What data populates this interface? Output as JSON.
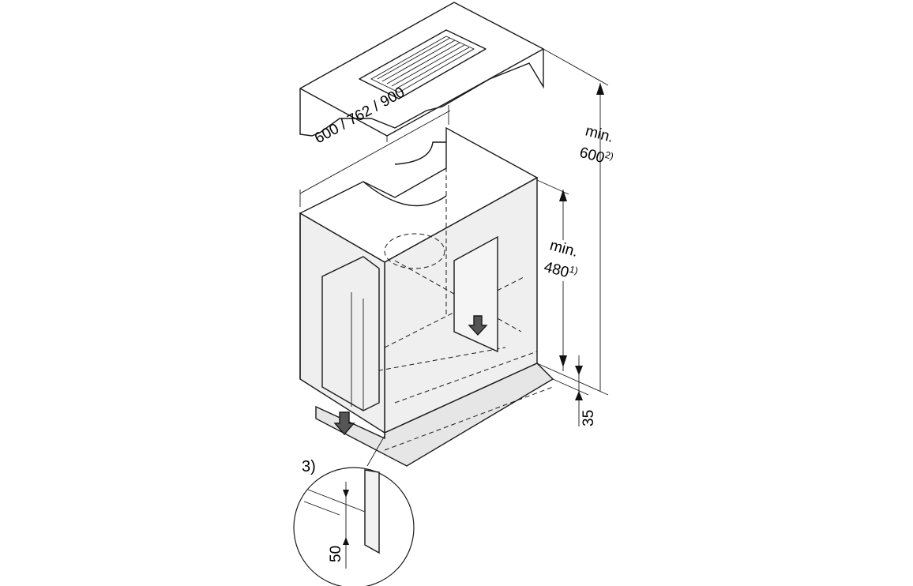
{
  "diagram": {
    "width_label": "600 / 762 / 900",
    "total_height": {
      "prefix": "min.",
      "value": "600",
      "note": "2)"
    },
    "cabinet_height": {
      "prefix": "min.",
      "value": "480",
      "note": "1)"
    },
    "plinth_label": "35",
    "detail_marker": "3)",
    "detail_gap_label": "50"
  }
}
